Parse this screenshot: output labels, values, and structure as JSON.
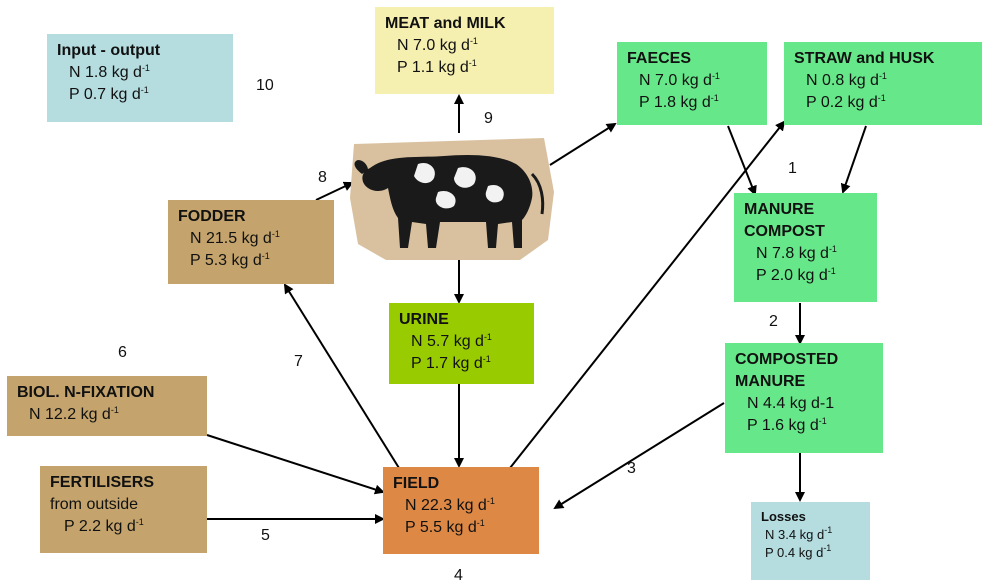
{
  "boxes": {
    "input_output": {
      "title": "Input - output",
      "n": "N  1.8 kg d",
      "n_sup": "-1",
      "p": "P  0.7 kg d",
      "p_sup": "-1"
    },
    "meat_milk": {
      "title": "MEAT and MILK",
      "n": "N  7.0 kg d",
      "n_sup": "-1",
      "p": "P  1.1 kg d",
      "p_sup": "-1"
    },
    "faeces": {
      "title": "FAECES",
      "n": "N  7.0 kg d",
      "n_sup": "-1",
      "p": "P  1.8 kg d",
      "p_sup": "-1"
    },
    "straw_husk": {
      "title": "STRAW and HUSK",
      "n": "N  0.8 kg d",
      "n_sup": "-1",
      "p": "P  0.2 kg d",
      "p_sup": "-1"
    },
    "manure_compost": {
      "title": "MANURE COMPOST",
      "n": "N  7.8 kg d",
      "n_sup": "-1",
      "p": "P  2.0 kg d",
      "p_sup": "-1"
    },
    "fodder": {
      "title": "FODDER",
      "n": "N  21.5 kg d",
      "n_sup": "-1",
      "p": "P  5.3 kg d",
      "p_sup": "-1"
    },
    "urine": {
      "title": "URINE",
      "n": "N  5.7 kg d",
      "n_sup": "-1",
      "p": "P  1.7 kg d",
      "p_sup": "-1"
    },
    "composted_manure": {
      "title": "COMPOSTED MANURE",
      "n": "N  4.4 kg d-1",
      "n_sup": "",
      "p": "P  1.6 kg d",
      "p_sup": "-1"
    },
    "biol_n_fixation": {
      "title": "BIOL. N-FIXATION",
      "n": "N  12.2 kg d",
      "n_sup": "-1"
    },
    "fertilisers": {
      "title": "FERTILISERS",
      "sub": "from outside",
      "p": "P 2.2 kg d",
      "p_sup": "-1"
    },
    "field": {
      "title": "FIELD",
      "n": "N  22.3 kg d",
      "n_sup": "-1",
      "p": "P  5.5 kg d",
      "p_sup": "-1"
    },
    "losses": {
      "title": "Losses",
      "n": "N 3.4 kg d",
      "n_sup": "-1",
      "p": "P 0.4 kg d",
      "p_sup": "-1"
    }
  },
  "numbers": {
    "n1": "1",
    "n2": "2",
    "n3": "3",
    "n4": "4",
    "n5": "5",
    "n6": "6",
    "n7": "7",
    "n8": "8",
    "n9": "9",
    "n10": "10"
  },
  "colors": {
    "light_blue": "#b5dde0",
    "yellow": "#f5efb0",
    "green": "#66e88a",
    "tan": "#c4a46c",
    "lime": "#99cc00",
    "orange": "#dd8844"
  },
  "icons": {
    "cow": "cow-illustration"
  }
}
